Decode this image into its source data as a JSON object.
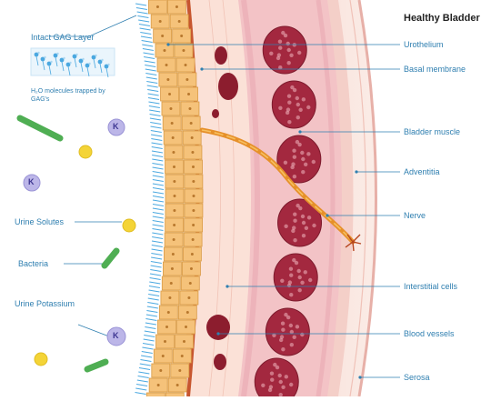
{
  "title": "Healthy Bladder",
  "left_labels": {
    "gag_layer": "Intact GAG Layer",
    "h2o_trapped": "H₂O molecules trapped by GAG's",
    "urine_solutes": "Urine Solutes",
    "bacteria": "Bacteria",
    "urine_potassium": "Urine Potassium"
  },
  "right_labels": {
    "urothelium": "Urothelium",
    "basal_membrane": "Basal membrane",
    "bladder_muscle": "Bladder muscle",
    "adventitia": "Adventitia",
    "nerve": "Nerve",
    "interstitial_cells": "Interstitial cells",
    "blood_vessels": "Blood vessels",
    "serosa": "Serosa"
  },
  "ion_symbol": "K",
  "colors": {
    "label_text": "#2f7fb0",
    "gag_blue": "#4aa8e0",
    "urothelium": "#f5c27a",
    "muscle_dark": "#9e2a3e",
    "tissue_pink": "#f2c3c3",
    "nerve": "#e79a2c",
    "potassium": "#b9b3e6",
    "solute": "#f4d437",
    "bacteria": "#56b65a"
  }
}
